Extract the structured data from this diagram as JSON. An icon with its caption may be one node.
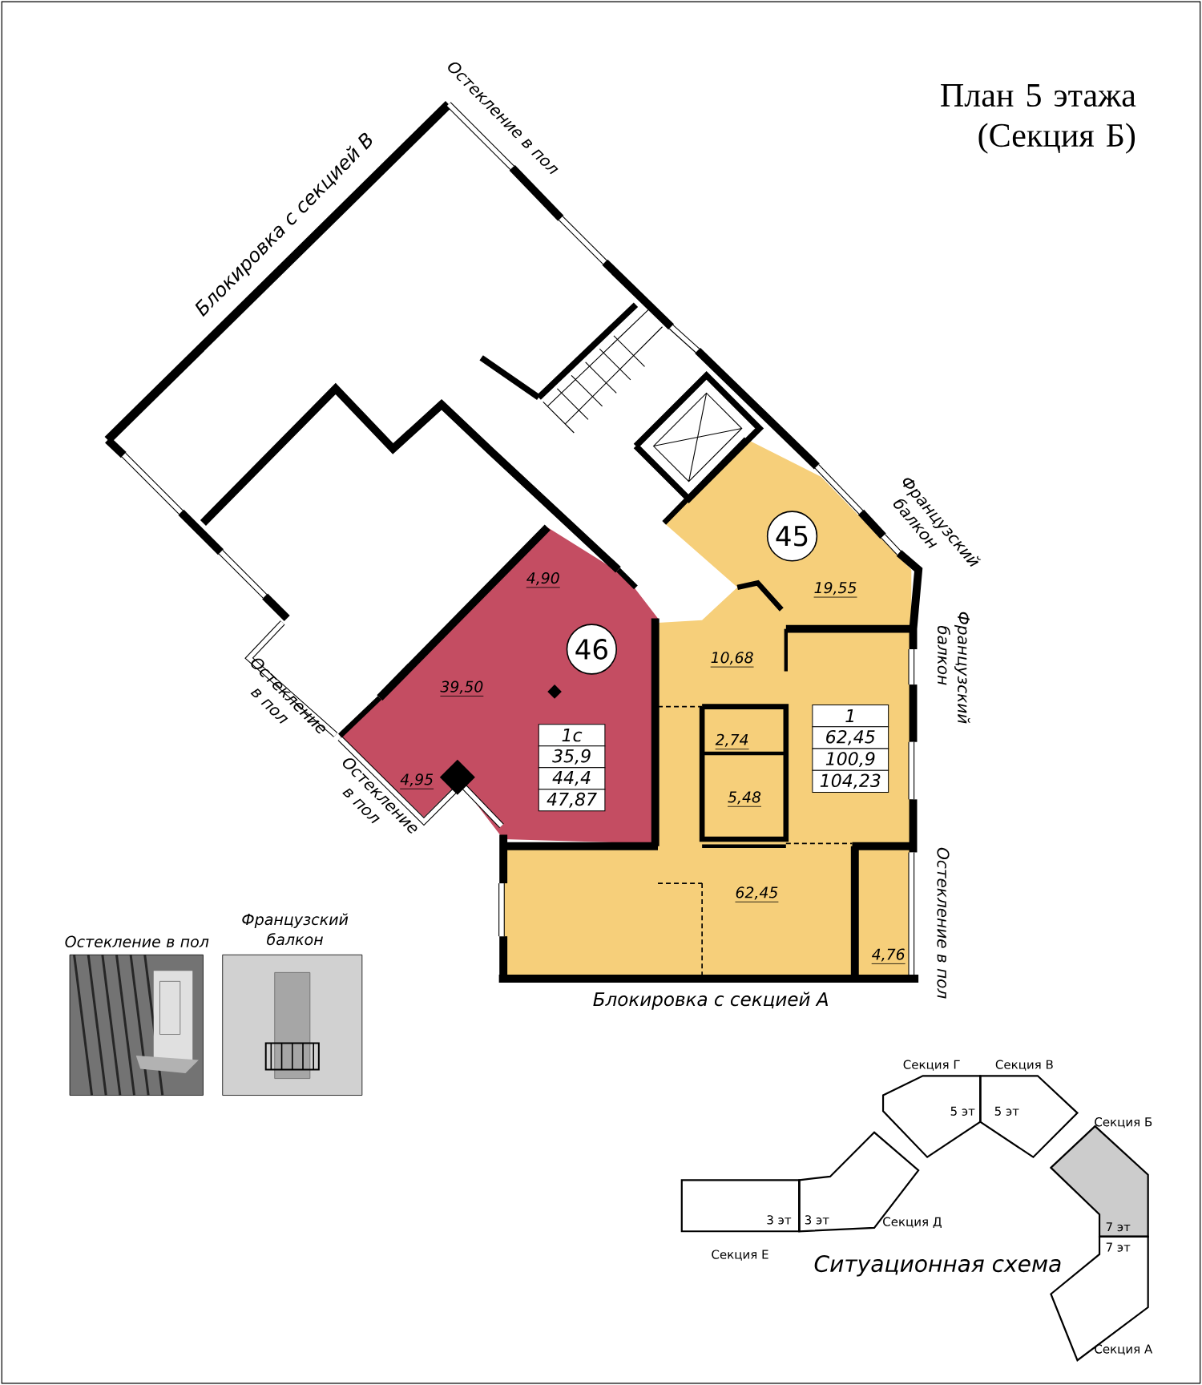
{
  "diagram": {
    "title": "План 5 этажа (Секция Б)",
    "nodes": [
      {
        "text": [
          "39,50",
          "4,90",
          "4,95"
        ]
      },
      {
        "text": [
          "46"
        ],
        "in": 0
      },
      {
        "text": [
          "1с",
          "35,9",
          "44,4",
          "47,87"
        ],
        "in": 0
      },
      {
        "text": [
          "19,55",
          "10,68",
          "2,74",
          "5,48",
          "62,45",
          "4,76"
        ]
      },
      {
        "text": [
          "45"
        ],
        "in": 3
      },
      {
        "text": [
          "1",
          "62,45",
          "100,9",
          "104,23"
        ],
        "in": 3
      },
      {
        "text": [
          "Остекление в пол"
        ]
      },
      {
        "text": [
          "Французский балкон"
        ]
      }
    ],
    "labels": [
      "Остекление в пол",
      "Блокировка с секцией В",
      "Французский балкон",
      "Французский балкон",
      "Остекление в пол",
      "Остекление в пол",
      "Остекление в пол",
      "Блокировка с секцией А",
      "Секция Г",
      "Секция В",
      "5 эт",
      "5 эт",
      "Секция Б",
      "3 эт",
      "3 эт",
      "Секция Д",
      "7 эт",
      "7 эт",
      "Секция Е",
      "Ситуационная схема",
      "Секция А"
    ]
  }
}
